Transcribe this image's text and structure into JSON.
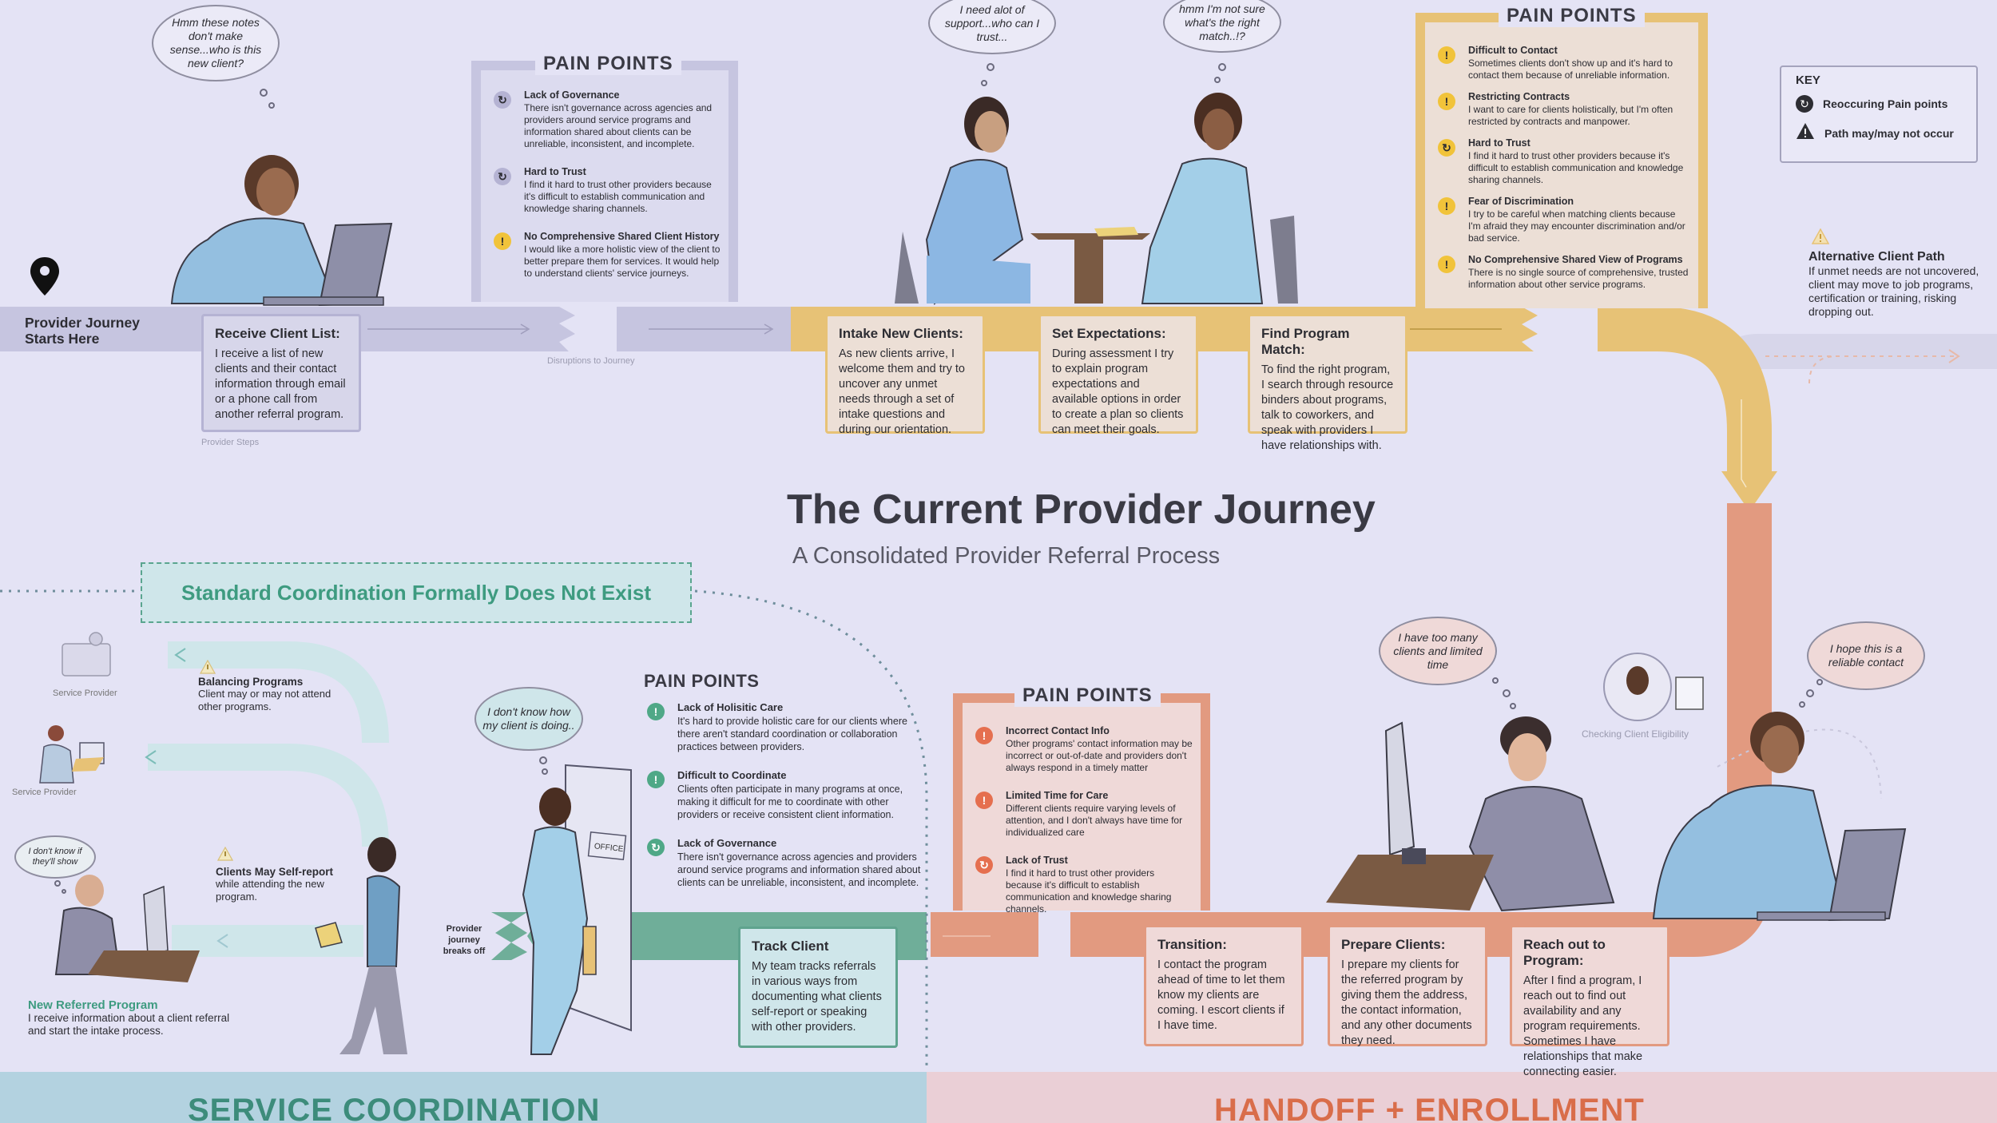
{
  "title": "The Current Provider Journey",
  "subtitle": "A Consolidated Provider Referral Process",
  "start_label": "Provider Journey Starts Here",
  "provider_steps_label": "Provider Steps",
  "disruptions_label": "Disruptions to Journey",
  "checking_eligibility_label": "Checking Client Eligibility",
  "office_sign": "OFFICE",
  "breaks_off_label": "Provider journey breaks off",
  "standard_coordination": "Standard Coordination Formally Does Not Exist",
  "section_left": "SERVICE COORDINATION",
  "section_right": "HANDOFF + ENROLLMENT",
  "steps": {
    "receive": {
      "title": "Receive Client List:",
      "text": "I receive a list of new clients and their contact information through email or a phone call from another referral program."
    },
    "intake": {
      "title": "Intake New Clients:",
      "text": "As new clients arrive, I welcome them and try to uncover any unmet needs through a set of intake questions and during our orientation."
    },
    "expectations": {
      "title": "Set Expectations:",
      "text": "During assessment I try to explain program expectations and available options in order to create a plan so clients can meet their goals."
    },
    "match": {
      "title": "Find Program Match:",
      "text": "To find the right program, I search through resource binders about programs, talk to coworkers, and speak with providers I have relationships with."
    },
    "reach": {
      "title": "Reach out to Program:",
      "text": "After I find a program, I reach out to find out availability and any program requirements. Sometimes I have relationships that make connecting easier."
    },
    "prepare": {
      "title": "Prepare Clients:",
      "text": "I prepare my clients for the referred program by giving them the address, the contact information, and any other documents they need."
    },
    "transition": {
      "title": "Transition:",
      "text": "I contact the program ahead of time to let them know my clients are coming. I escort clients if I have time."
    },
    "track": {
      "title": "Track Client",
      "text": "My team tracks referrals in various ways from documenting what clients self-report or speaking with other providers."
    }
  },
  "pain_points_heading": "PAIN POINTS",
  "pain_panels": {
    "one": [
      {
        "icon": "recurring",
        "title": "Lack of Governance",
        "text": "There isn't governance across agencies and providers around service programs and information shared about clients can be unreliable, inconsistent, and incomplete."
      },
      {
        "icon": "recurring",
        "title": "Hard to Trust",
        "text": "I find it hard to trust other providers because it's difficult to establish communication and knowledge sharing channels."
      },
      {
        "icon": "alert",
        "title": "No Comprehensive Shared Client History",
        "text": "I would like a more holistic view of the client to better prepare them for services. It would help to understand clients' service journeys."
      }
    ],
    "two": [
      {
        "icon": "alert",
        "title": "Difficult to Contact",
        "text": "Sometimes clients don't show up and it's hard to contact them because of unreliable information."
      },
      {
        "icon": "alert",
        "title": "Restricting Contracts",
        "text": "I want to care for clients holistically, but I'm often restricted by contracts and manpower."
      },
      {
        "icon": "recurring",
        "title": "Hard to Trust",
        "text": "I find it hard to trust other providers because it's difficult to establish communication and knowledge sharing channels."
      },
      {
        "icon": "alert",
        "title": "Fear of Discrimination",
        "text": "I try to be careful when matching clients because I'm afraid they may encounter discrimination and/or bad service."
      },
      {
        "icon": "alert",
        "title": "No Comprehensive Shared View of Programs",
        "text": "There is no single source of comprehensive, trusted information about other service programs."
      }
    ],
    "three": [
      {
        "icon": "alert",
        "title": "Incorrect Contact Info",
        "text": "Other programs' contact information may be incorrect or out-of-date and providers don't always respond in a timely matter"
      },
      {
        "icon": "alert",
        "title": "Limited Time for Care",
        "text": "Different clients require varying levels of attention, and I don't always have time for individualized care"
      },
      {
        "icon": "recurring",
        "title": "Lack of Trust",
        "text": "I find it hard to trust other providers because it's difficult to establish communication and knowledge sharing channels."
      }
    ],
    "four": [
      {
        "icon": "alert",
        "title": "Lack of Holisitic Care",
        "text": "It's hard to provide holistic care for our clients where there aren't standard coordination or collaboration practices between providers."
      },
      {
        "icon": "alert",
        "title": "Difficult to Coordinate",
        "text": "Clients often participate in many programs at once, making it difficult for me to coordinate with other providers or receive  consistent client information."
      },
      {
        "icon": "recurring",
        "title": "Lack of Governance",
        "text": "There isn't governance across agencies and providers around service programs and information shared about clients can be unreliable, inconsistent, and incomplete."
      }
    ]
  },
  "key": {
    "title": "KEY",
    "recurring": "Reoccuring Pain points",
    "warning": "Path may/may not occur"
  },
  "alternative": {
    "title": "Alternative Client Path",
    "text": "If unmet needs are not uncovered, client may move to job programs, certification or training, risking dropping out."
  },
  "bubbles": {
    "b1": "Hmm these notes don't make sense...who is this new client?",
    "b2": "I need  alot of support...who can I trust...",
    "b3": "hmm I'm not sure what's the right match..!?",
    "b4": "I have too many clients and limited time",
    "b5": "I hope this is a reliable contact",
    "b6": "I don't know how my client is doing..",
    "b7": "I don't know if they'll show"
  },
  "side": {
    "service_provider": "Service Provider",
    "balancing_title": "Balancing Programs",
    "balancing_text": "Client may or may not attend other programs.",
    "self_report_title": "Clients May Self-report",
    "self_report_text": "while attending the new program.",
    "new_program_title": "New Referred Program",
    "new_program_text": "I receive information about a client referral and start the intake process."
  },
  "colors": {
    "background": "#e4e3f5",
    "gray_path": "#c6c5e0",
    "yellow": "#e7c276",
    "orange": "#e29a80",
    "green": "#6fae99",
    "teal_light": "#cfe6ea",
    "bottom_left": "#b3d2e0",
    "bottom_right": "#eacfd6"
  }
}
